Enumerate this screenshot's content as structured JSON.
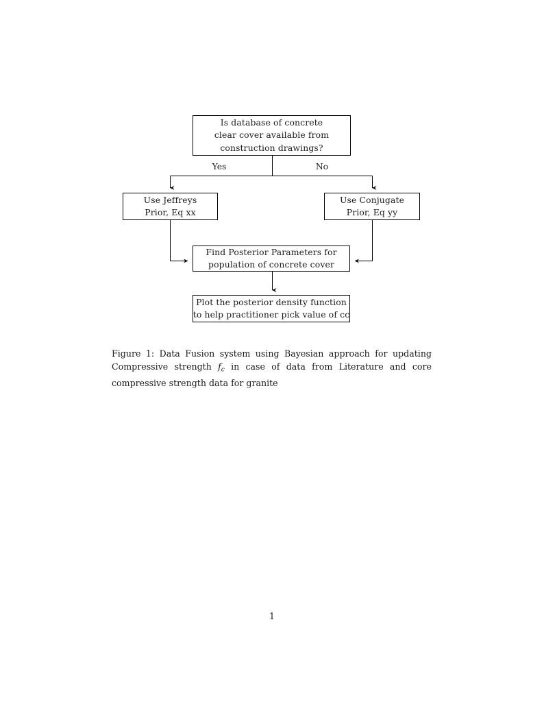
{
  "page": {
    "number": "1",
    "background_color": "#ffffff",
    "text_color": "#1a1a1a"
  },
  "figure": {
    "flowchart": {
      "nodes": [
        {
          "id": "decision",
          "name": "decision-node",
          "lines": [
            "Is database of concrete",
            "clear cover available from",
            "construction drawings?"
          ]
        },
        {
          "id": "jeffreys",
          "name": "jeffreys-prior-node",
          "lines": [
            "Use Jeffreys",
            "Prior, Eq xx"
          ]
        },
        {
          "id": "conjugate",
          "name": "conjugate-prior-node",
          "lines": [
            "Use Conjugate",
            "Prior, Eq yy"
          ]
        },
        {
          "id": "posterior",
          "name": "find-posterior-node",
          "lines": [
            "Find Posterior Parameters for",
            "population of concrete cover"
          ]
        },
        {
          "id": "plot",
          "name": "plot-posterior-node",
          "lines": [
            "Plot the posterior density function",
            "to help practitioner pick value of cc"
          ]
        }
      ],
      "edge_labels": {
        "yes": "Yes",
        "no": "No"
      },
      "line_color": "#000000"
    },
    "caption": {
      "label": "Figure 1:",
      "text_before_math": " Data Fusion system using Bayesian approach for updating Compressive strength ",
      "math_base": "f",
      "math_sub": "c",
      "text_after_math": " in case of data from Literature and core compressive strength data for granite"
    }
  }
}
